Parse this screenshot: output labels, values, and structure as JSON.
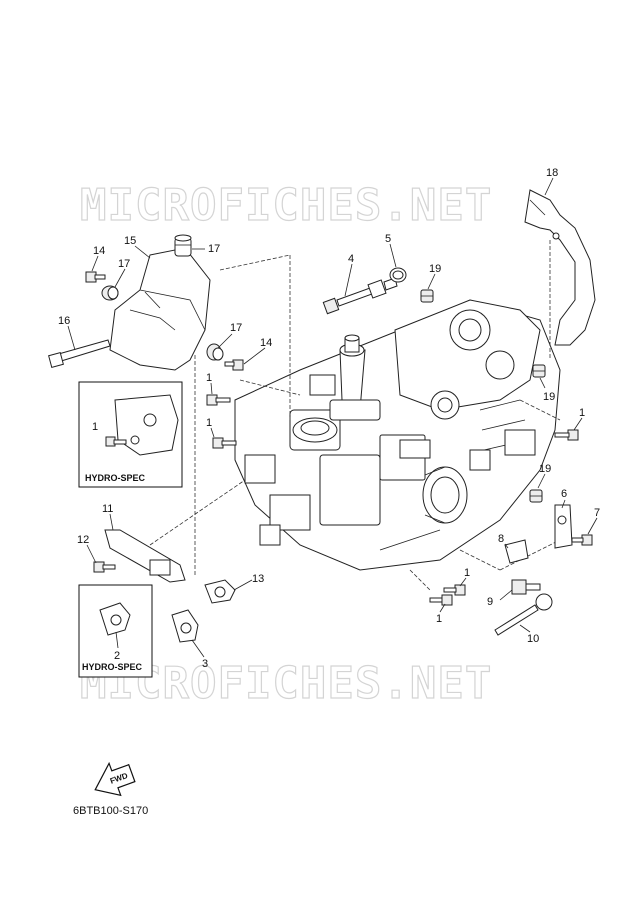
{
  "watermarks": {
    "top": "MICROFICHES.NET",
    "bottom": "MICROFICHES.NET"
  },
  "callouts": {
    "c1a": "1",
    "c1b": "1",
    "c1c": "1",
    "c1d": "1",
    "c1e": "1",
    "c1f": "1",
    "c2": "2",
    "c3": "3",
    "c4": "4",
    "c5": "5",
    "c6": "6",
    "c7": "7",
    "c8": "8",
    "c9": "9",
    "c10": "10",
    "c11": "11",
    "c12": "12",
    "c13": "13",
    "c14a": "14",
    "c14b": "14",
    "c15": "15",
    "c16": "16",
    "c17a": "17",
    "c17b": "17",
    "c17c": "17",
    "c18": "18",
    "c19a": "19",
    "c19b": "19",
    "c19c": "19"
  },
  "inset_labels": {
    "upper": "HYDRO-SPEC",
    "lower": "HYDRO-SPEC"
  },
  "fwd_label": "FWD",
  "diagram_code": "6BTB100-S170"
}
